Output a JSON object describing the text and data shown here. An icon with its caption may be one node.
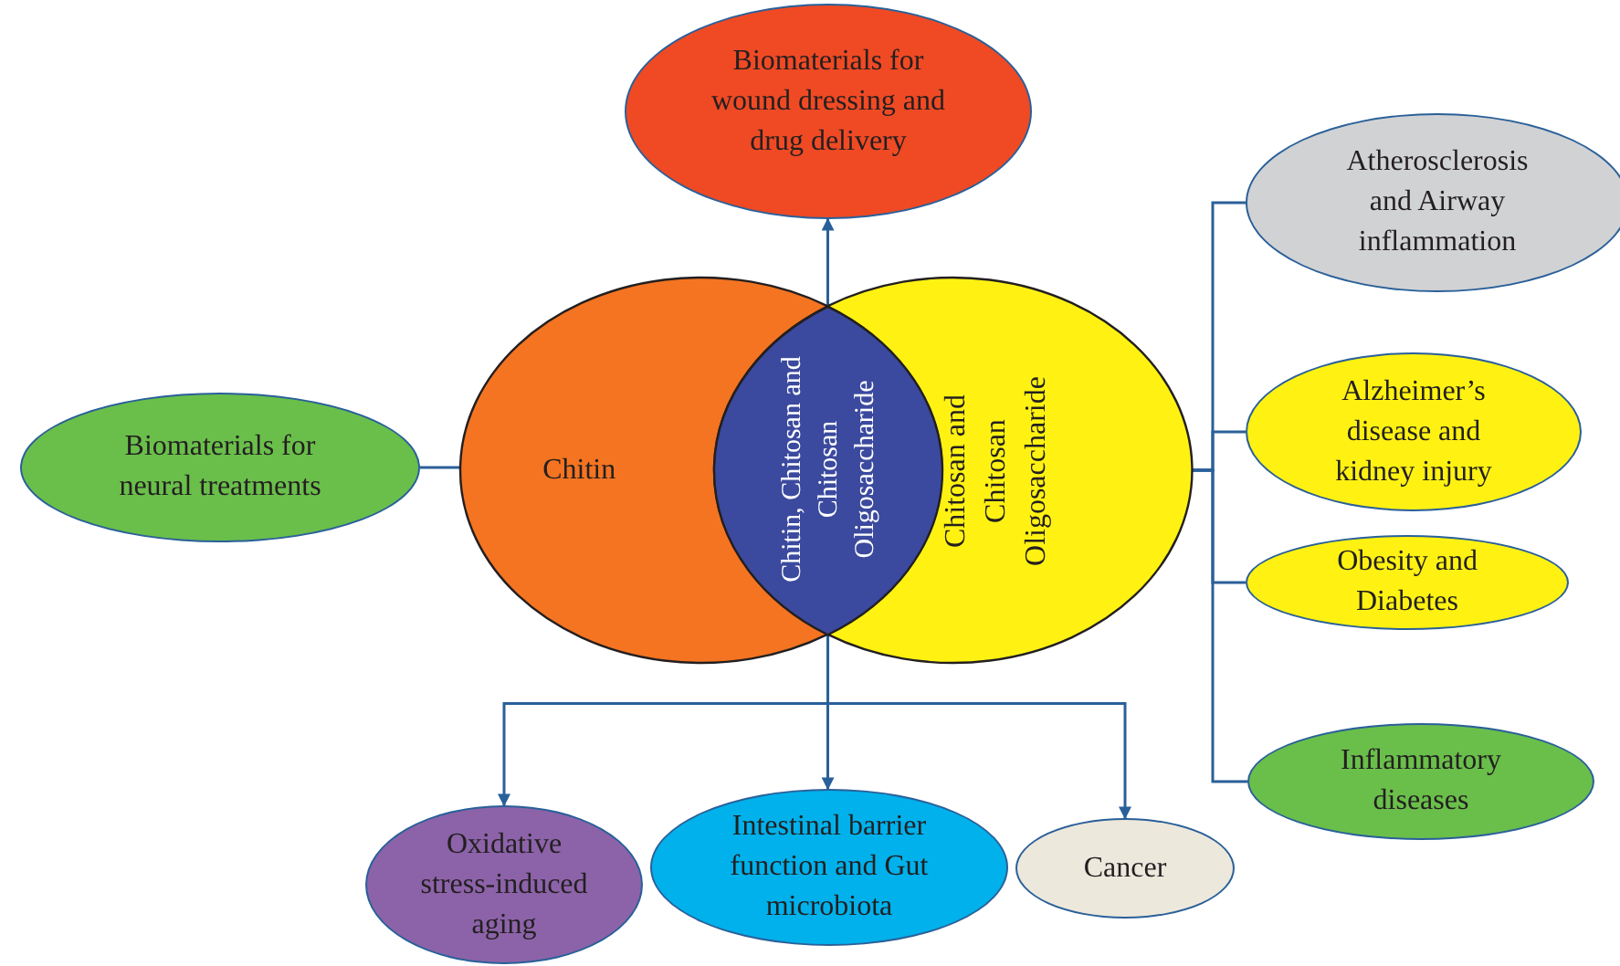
{
  "diagram": {
    "nodes": [
      {
        "text": [
          "Chitin"
        ]
      },
      {
        "text": [
          "Chitosan and Chitosan Oligosaccharide"
        ]
      },
      {
        "text": [
          "Chitin, Chitosan and Chitosan Oligosaccharide"
        ]
      },
      {
        "text": [
          "Biomaterials for wound dressing and drug delivery"
        ]
      },
      {
        "text": [
          "Biomaterials for neural treatments"
        ]
      },
      {
        "text": [
          "Atherosclerosis and Airway inflammation"
        ]
      },
      {
        "text": [
          "Alzheimer’s disease and kidney injury"
        ]
      },
      {
        "text": [
          "Obesity and Diabetes"
        ]
      },
      {
        "text": [
          "Inflammatory diseases"
        ]
      },
      {
        "text": [
          "Oxidative stress-induced aging"
        ]
      },
      {
        "text": [
          "Intestinal barrier function and Gut microbiota"
        ]
      },
      {
        "text": [
          "Cancer"
        ]
      }
    ],
    "edges": [
      {
        "from": 2,
        "to": 3,
        "arrow": "to"
      },
      {
        "from": 4,
        "to": 0,
        "arrow": "none"
      },
      {
        "from": 1,
        "to": 5,
        "arrow": "none"
      },
      {
        "from": 1,
        "to": 6,
        "arrow": "none"
      },
      {
        "from": 1,
        "to": 7,
        "arrow": "none"
      },
      {
        "from": 1,
        "to": 8,
        "arrow": "none"
      },
      {
        "from": 2,
        "to": 9,
        "arrow": "to"
      },
      {
        "from": 2,
        "to": 10,
        "arrow": "to"
      },
      {
        "from": 2,
        "to": 11,
        "arrow": "to"
      }
    ]
  }
}
